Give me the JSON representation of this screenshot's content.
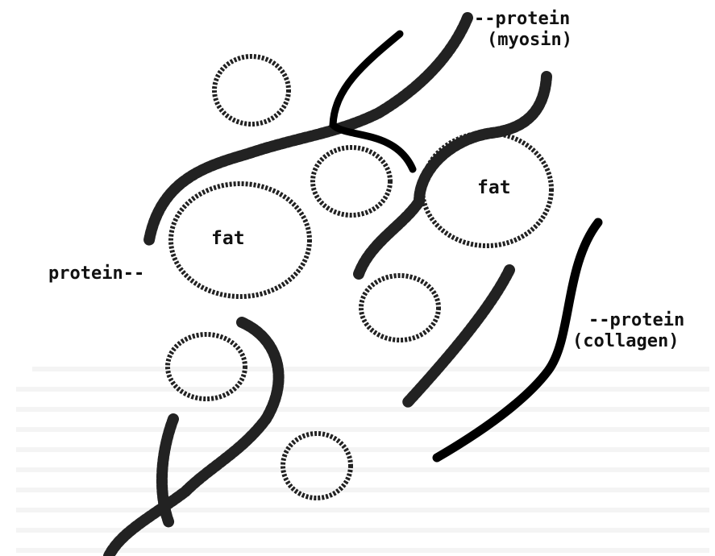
{
  "labels": {
    "protein_myosin_1": "--protein",
    "protein_myosin_2": "(myosin)",
    "protein_left": "protein--",
    "protein_collagen_1": "--protein",
    "protein_collagen_2": "(collagen)",
    "fat_left": "fat",
    "fat_right": "fat"
  },
  "colors": {
    "ink": "#111111",
    "background": "#ffffff",
    "bleed_through": "#d9d9d9"
  }
}
